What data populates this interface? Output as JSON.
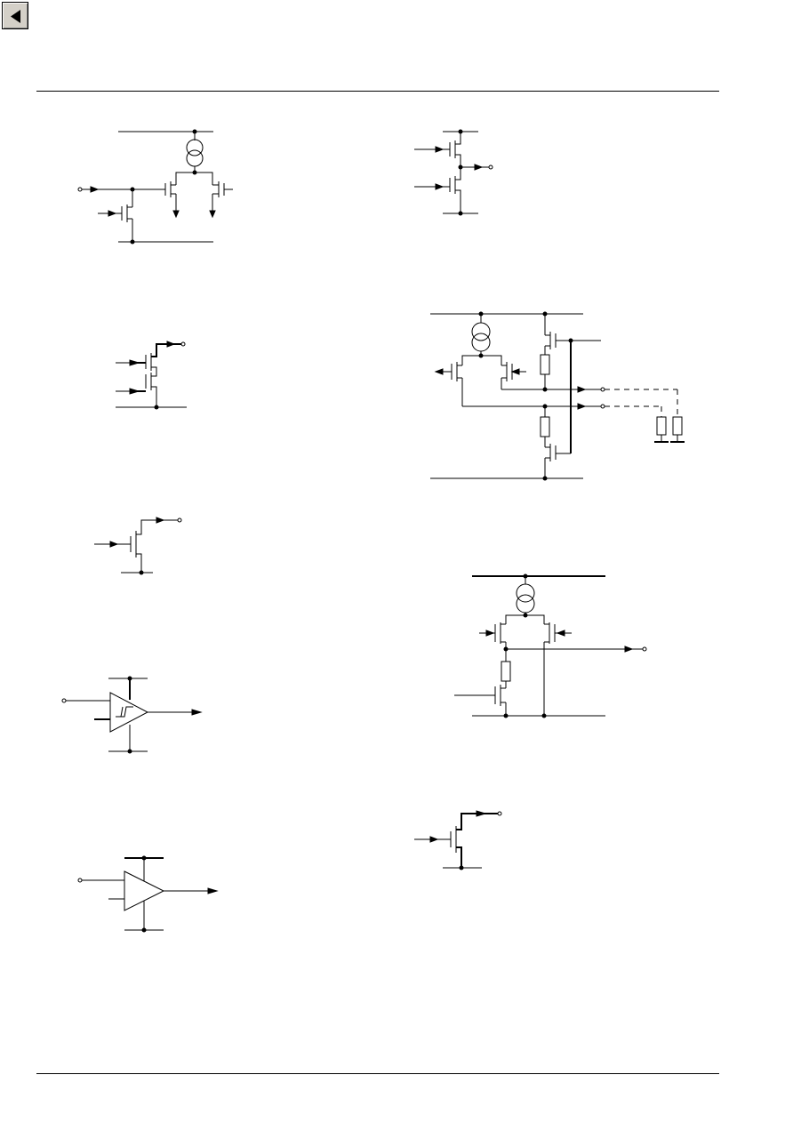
{
  "navigation": {
    "back_button_icon": "triangle-left-icon"
  },
  "figures": [
    "differential-input-stage",
    "push-pull-output",
    "cascode-open-drain-output",
    "differential-line-driver",
    "open-drain-output",
    "open-drain-output-with-current-source",
    "schmitt-trigger-input",
    "open-drain-output-2",
    "comparator-input"
  ]
}
